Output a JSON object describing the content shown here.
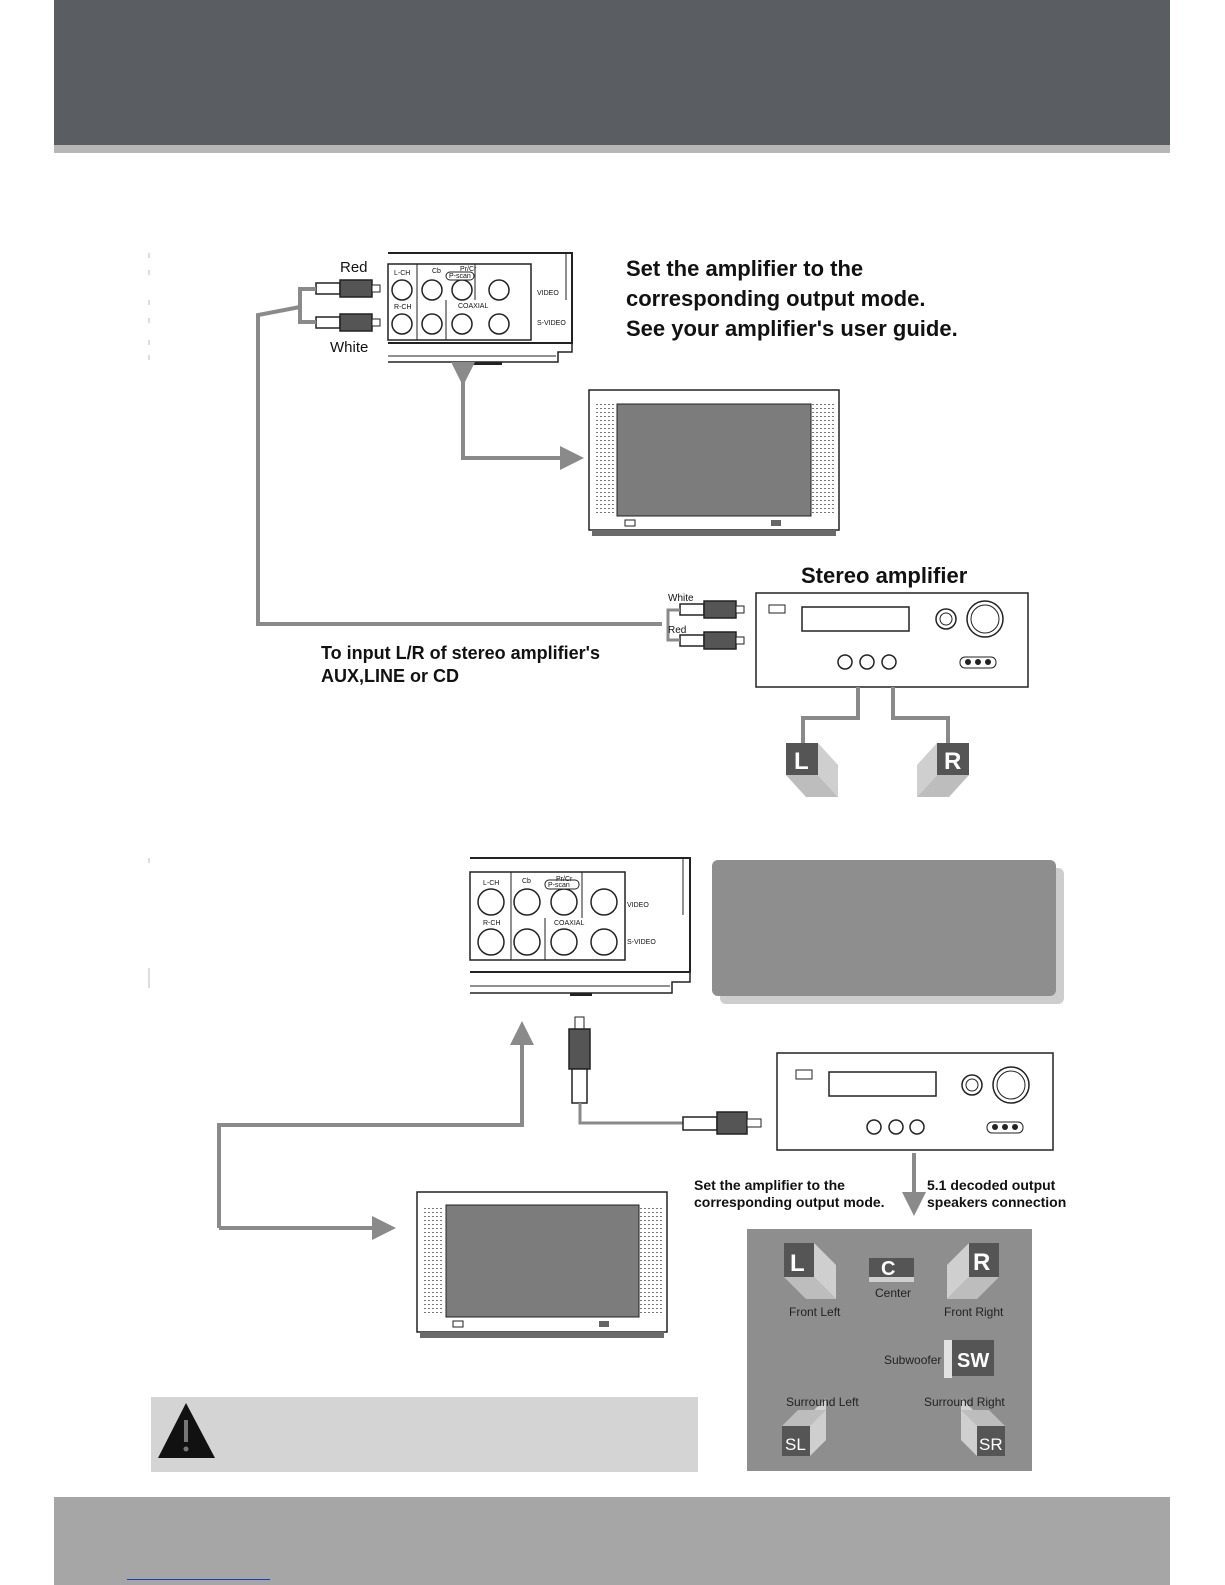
{
  "diagram_top": {
    "cable_label_red": "Red",
    "cable_label_white": "White",
    "instruction_line1": "Set the amplifier to the",
    "instruction_line2": "corresponding output mode.",
    "instruction_line3": "See your amplifier's user guide.",
    "amplifier_title": "Stereo amplifier",
    "amp_cable_white": "White",
    "amp_cable_red": "Red",
    "input_note_line1": "To input L/R of stereo amplifier's",
    "input_note_line2": "AUX,LINE or CD",
    "speaker_left": "L",
    "speaker_right": "R"
  },
  "player_panel": {
    "lch": "L-CH",
    "rch": "R-CH",
    "cb": "Cb",
    "prcr": "Pr/Cr",
    "pscan": "P-scan",
    "coaxial": "COAXIAL",
    "video": "VIDEO",
    "svideo": "S-VIDEO"
  },
  "diagram_bottom": {
    "amp_note_line1": "Set the amplifier to the",
    "amp_note_line2": "corresponding output mode.",
    "decoded_line1": "5.1 decoded output",
    "decoded_line2": "speakers connection",
    "speakers": {
      "front_left_letter": "L",
      "front_left": "Front Left",
      "center_letter": "C",
      "center": "Center",
      "front_right_letter": "R",
      "front_right": "Front Right",
      "subwoofer_letter": "SW",
      "subwoofer": "Subwoofer",
      "surround_left_letter": "SL",
      "surround_left": "Surround Left",
      "surround_right_letter": "SR",
      "surround_right": "Surround Right"
    }
  },
  "colors": {
    "header": "#5a5d61",
    "footer": "#a6a6a6",
    "cable": "#8a8a8a",
    "panel_gray": "#8e8e8e"
  },
  "icons": [
    "warning-icon"
  ]
}
